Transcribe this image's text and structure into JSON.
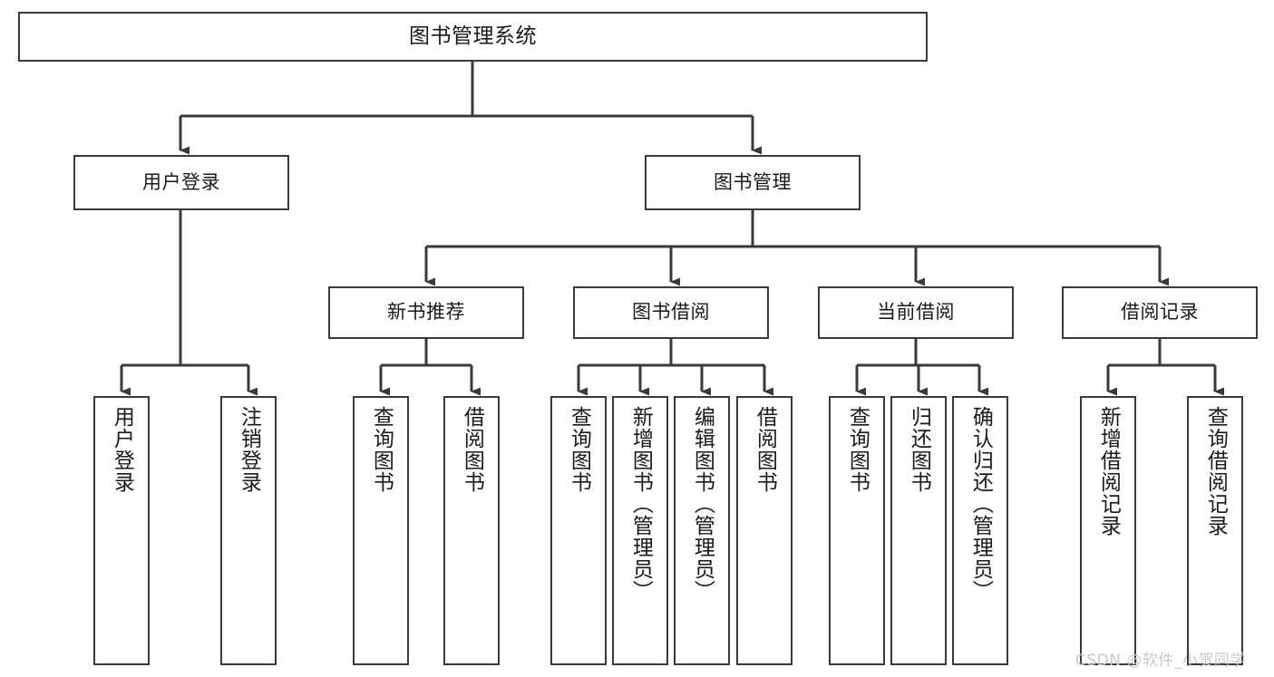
{
  "diagram": {
    "title": "图书管理系统",
    "type": "tree-hierarchy-chart",
    "watermark": "CSDN @软件_小贺同学",
    "colors": {
      "box_border": "#3a3a3a",
      "box_fill": "#ffffff",
      "connector": "#3a3a3a",
      "text": "#1a1a1a",
      "watermark": "#c9c9c9"
    },
    "root": {
      "label": "图书管理系统"
    },
    "level2": [
      {
        "label": "用户登录"
      },
      {
        "label": "图书管理"
      }
    ],
    "level3": [
      {
        "label": "新书推荐"
      },
      {
        "label": "图书借阅"
      },
      {
        "label": "当前借阅"
      },
      {
        "label": "借阅记录"
      }
    ],
    "leaves": {
      "user_login": [
        {
          "label": "用户登录"
        },
        {
          "label": "注销登录"
        }
      ],
      "new_book_recommend": [
        {
          "label": "查询图书"
        },
        {
          "label": "借阅图书"
        }
      ],
      "book_borrow": [
        {
          "label": "查询图书"
        },
        {
          "label": "新增图书（管理员）"
        },
        {
          "label": "编辑图书（管理员）"
        },
        {
          "label": "借阅图书"
        }
      ],
      "current_borrow": [
        {
          "label": "查询图书"
        },
        {
          "label": "归还图书"
        },
        {
          "label": "确认归还（管理员）"
        }
      ],
      "borrow_record": [
        {
          "label": "新增借阅记录"
        },
        {
          "label": "查询借阅记录"
        }
      ]
    }
  }
}
